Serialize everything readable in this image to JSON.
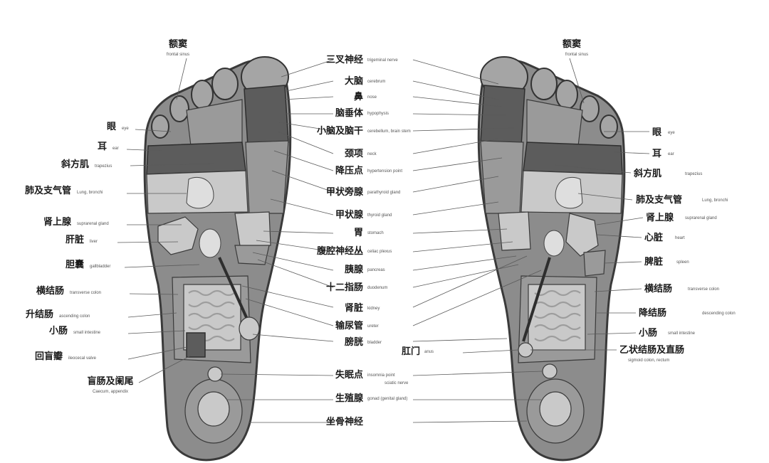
{
  "left_labels": [
    {
      "zh": "额窦",
      "en": "frontal sinus"
    },
    {
      "zh": "眼",
      "en": "eye"
    },
    {
      "zh": "耳",
      "en": "ear"
    },
    {
      "zh": "斜方肌",
      "en": "trapezius"
    },
    {
      "zh": "肺及支气管",
      "en": "Lung, bronchi"
    },
    {
      "zh": "肾上腺",
      "en": "suprarenal gland"
    },
    {
      "zh": "肝脏",
      "en": "liver"
    },
    {
      "zh": "胆囊",
      "en": "gallbladder"
    },
    {
      "zh": "横结肠",
      "en": "transverse colon"
    },
    {
      "zh": "升结肠",
      "en": "ascending colon"
    },
    {
      "zh": "小肠",
      "en": "small intestine"
    },
    {
      "zh": "回盲瓣",
      "en": "ileocecal valve"
    },
    {
      "zh": "盲肠及阑尾",
      "en": "Caecum, appendix"
    }
  ],
  "center_labels": [
    {
      "zh": "三叉神经",
      "en": "trigeminal nerve"
    },
    {
      "zh": "大脑",
      "en": "cerebrum"
    },
    {
      "zh": "鼻",
      "en": "nose"
    },
    {
      "zh": "脑垂体",
      "en": "hypophysis"
    },
    {
      "zh": "小脑及脑干",
      "en": "cerebellum, brain stem"
    },
    {
      "zh": "颈项",
      "en": "neck"
    },
    {
      "zh": "降压点",
      "en": "hypertension point"
    },
    {
      "zh": "甲状旁腺",
      "en": "parathyroid gland"
    },
    {
      "zh": "甲状腺",
      "en": "thyroid gland"
    },
    {
      "zh": "胃",
      "en": "stomach"
    },
    {
      "zh": "腹腔神经丛",
      "en": "celiac plexus"
    },
    {
      "zh": "胰腺",
      "en": "pancreas"
    },
    {
      "zh": "十二指肠",
      "en": "duodenum"
    },
    {
      "zh": "肾脏",
      "en": "kidney"
    },
    {
      "zh": "输尿管",
      "en": "ureter"
    },
    {
      "zh": "膀胱",
      "en": "bladder"
    },
    {
      "zh": "肛门",
      "en": "anus"
    },
    {
      "zh": "失眠点",
      "en": "insomnia point"
    },
    {
      "zh": "",
      "en": "sciatic nerve"
    },
    {
      "zh": "生殖腺",
      "en": "gonad (genital gland)"
    },
    {
      "zh": "坐骨神经",
      "en": ""
    }
  ],
  "right_labels": [
    {
      "zh": "额窦",
      "en": "frontal sinus"
    },
    {
      "zh": "眼",
      "en": "eye"
    },
    {
      "zh": "耳",
      "en": "ear"
    },
    {
      "zh": "斜方肌",
      "en": "trapezius"
    },
    {
      "zh": "肺及支气管",
      "en": "Lung, bronchi"
    },
    {
      "zh": "肾上腺",
      "en": "suprarenal gland"
    },
    {
      "zh": "心脏",
      "en": "heart"
    },
    {
      "zh": "脾脏",
      "en": "spleen"
    },
    {
      "zh": "横结肠",
      "en": "transverse colon"
    },
    {
      "zh": "降结肠",
      "en": "descending colon"
    },
    {
      "zh": "小肠",
      "en": "small intestine"
    },
    {
      "zh": "乙状结肠及直肠",
      "en": "sigmoid colon, rectum"
    }
  ]
}
